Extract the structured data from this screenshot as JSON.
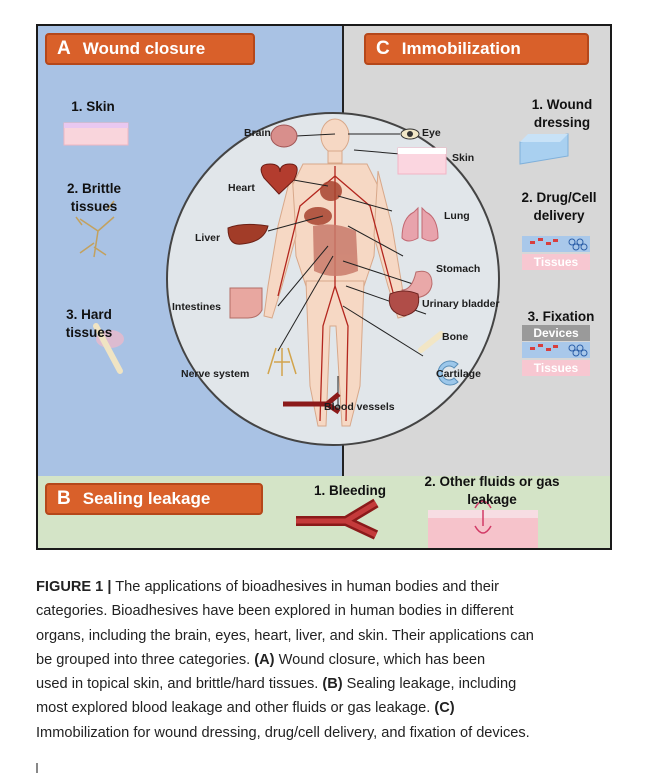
{
  "panels": {
    "a": {
      "letter": "A",
      "title": "Wound closure",
      "items": [
        "1. Skin",
        "2. Brittle",
        "tissues",
        "3. Hard",
        "tissues"
      ]
    },
    "b": {
      "letter": "B",
      "title": "Sealing leakage",
      "items": [
        "1. Bleeding",
        "2. Other fluids or gas",
        "leakage"
      ]
    },
    "c": {
      "letter": "C",
      "title": "Immobilization",
      "items": [
        "1. Wound",
        "dressing",
        "2. Drug/Cell",
        "delivery",
        "3. Fixation"
      ],
      "tissues": "Tissues",
      "devices": "Devices"
    }
  },
  "organs": {
    "brain": "Brain",
    "eye": "Eye",
    "skin": "Skin",
    "heart": "Heart",
    "lung": "Lung",
    "liver": "Liver",
    "stomach": "Stomach",
    "intestines": "Intestines",
    "bladder": "Urinary bladder",
    "bone": "Bone",
    "nerve": "Nerve system",
    "cartilage": "Cartilage",
    "vessels": "Blood vessels"
  },
  "caption": {
    "figure_label": "FIGURE 1 |",
    "line1": " The applications of bioadhesives in human bodies and their",
    "line2": "categories. Bioadhesives have been explored in human bodies in different",
    "line3": "organs, including the brain, eyes, heart, liver, and skin. Their applications can",
    "line4": "be grouped into three categories. ",
    "a_tag": "(A)",
    "line4b": " Wound closure, which has been",
    "line5": "used in topical skin, and brittle/hard tissues. ",
    "b_tag": "(B)",
    "line5b": " Sealing leakage, including",
    "line6": "most explored blood leakage and other fluids or gas leakage. ",
    "c_tag": "(C)",
    "line7": "Immobilization for wound dressing, drug/cell delivery, and fixation of devices."
  },
  "colors": {
    "panel_a": "#a9c2e4",
    "panel_b": "#d4e4c7",
    "panel_c": "#d7d7d7",
    "tag": "#d9602a",
    "circle": "#e1e6ea"
  }
}
